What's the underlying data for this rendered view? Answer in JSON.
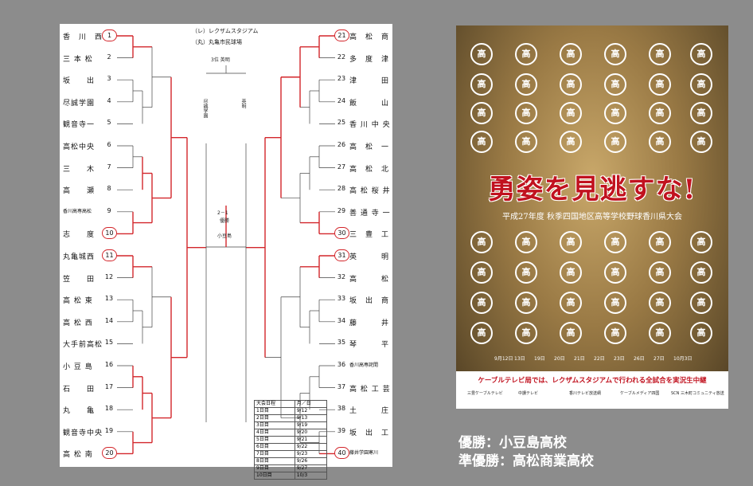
{
  "bracket": {
    "stadium_1": "（レ）レクザムスタジアム",
    "stadium_2": "（丸）丸亀市民球場",
    "third_place_label": "3位 英明",
    "third_left": "尽誠学園",
    "third_right": "英明",
    "final_label": "2－1",
    "final_sub": "優勝",
    "champion": "小豆島",
    "left_teams": [
      {
        "name": "香　川　西",
        "num": "1",
        "win": true,
        "small": false
      },
      {
        "name": "三 本 松",
        "num": "2",
        "win": false,
        "small": false
      },
      {
        "name": "坂　　出",
        "num": "3",
        "win": false,
        "small": false
      },
      {
        "name": "尽誠学園",
        "num": "4",
        "win": false,
        "small": false
      },
      {
        "name": "観音寺一",
        "num": "5",
        "win": false,
        "small": false
      },
      {
        "name": "高松中央",
        "num": "6",
        "win": false,
        "small": false
      },
      {
        "name": "三　　木",
        "num": "7",
        "win": false,
        "small": false
      },
      {
        "name": "高　　瀬",
        "num": "8",
        "win": false,
        "small": false
      },
      {
        "name": "香川高専高松",
        "num": "9",
        "win": false,
        "small": true
      },
      {
        "name": "志　　度",
        "num": "10",
        "win": true,
        "small": false
      },
      {
        "name": "丸亀城西",
        "num": "11",
        "win": true,
        "small": false
      },
      {
        "name": "笠　　田",
        "num": "12",
        "win": false,
        "small": false
      },
      {
        "name": "高 松 東",
        "num": "13",
        "win": false,
        "small": false
      },
      {
        "name": "高 松 西",
        "num": "14",
        "win": false,
        "small": false
      },
      {
        "name": "大手前高松",
        "num": "15",
        "win": false,
        "small": false
      },
      {
        "name": "小 豆 島",
        "num": "16",
        "win": false,
        "small": false
      },
      {
        "name": "石　　田",
        "num": "17",
        "win": false,
        "small": false
      },
      {
        "name": "丸　　亀",
        "num": "18",
        "win": false,
        "small": false
      },
      {
        "name": "観音寺中央",
        "num": "19",
        "win": false,
        "small": false
      },
      {
        "name": "高 松 南",
        "num": "20",
        "win": true,
        "small": false
      }
    ],
    "right_teams": [
      {
        "name": "高　松　商",
        "num": "21",
        "win": true,
        "small": false
      },
      {
        "name": "多　度　津",
        "num": "22",
        "win": false,
        "small": false
      },
      {
        "name": "津　　　田",
        "num": "23",
        "win": false,
        "small": false
      },
      {
        "name": "飯　　　山",
        "num": "24",
        "win": false,
        "small": false
      },
      {
        "name": "香 川 中 央",
        "num": "25",
        "win": false,
        "small": false
      },
      {
        "name": "高　松　一",
        "num": "26",
        "win": false,
        "small": false
      },
      {
        "name": "高　松　北",
        "num": "27",
        "win": false,
        "small": false
      },
      {
        "name": "高 松 桜 井",
        "num": "28",
        "win": false,
        "small": false
      },
      {
        "name": "善 通 寺 一",
        "num": "29",
        "win": false,
        "small": false
      },
      {
        "name": "三　豊　工",
        "num": "30",
        "win": true,
        "small": false
      },
      {
        "name": "英　　　明",
        "num": "31",
        "win": true,
        "small": false
      },
      {
        "name": "高　　　松",
        "num": "32",
        "win": false,
        "small": false
      },
      {
        "name": "坂　出　商",
        "num": "33",
        "win": false,
        "small": false
      },
      {
        "name": "藤　　　井",
        "num": "34",
        "win": false,
        "small": false
      },
      {
        "name": "琴　　　平",
        "num": "35",
        "win": false,
        "small": false
      },
      {
        "name": "香川高専詫間",
        "num": "36",
        "win": false,
        "small": true
      },
      {
        "name": "高 松 工 芸",
        "num": "37",
        "win": false,
        "small": false
      },
      {
        "name": "土　　　庄",
        "num": "38",
        "win": false,
        "small": false
      },
      {
        "name": "坂　出　工",
        "num": "39",
        "win": false,
        "small": false
      },
      {
        "name": "藤井学園寒川",
        "num": "40",
        "win": true,
        "small": true
      }
    ],
    "schedule_header": [
      "大会日程",
      "月／日"
    ],
    "schedule": [
      [
        "1日目",
        "9/12"
      ],
      [
        "2日目",
        "9/13"
      ],
      [
        "3日目",
        "9/19"
      ],
      [
        "4日目",
        "9/20"
      ],
      [
        "5日目",
        "9/21"
      ],
      [
        "6日目",
        "9/22"
      ],
      [
        "7日目",
        "9/23"
      ],
      [
        "8日目",
        "9/26"
      ],
      [
        "9日目",
        "9/27"
      ],
      [
        "10日目",
        "10/3"
      ]
    ]
  },
  "poster": {
    "catchphrase": "勇姿を見逃すな!",
    "subtitle": "平成27年度 秋季四国地区高等学校野球香川県大会",
    "dates": [
      "9月12日",
      "13日",
      "19日",
      "20日",
      "21日",
      "22日",
      "23日",
      "26日",
      "27日",
      "10月3日"
    ],
    "band_text": "ケーブルテレビ局では、レクザムスタジアムで行われる全試合を実況生中継",
    "sponsors": [
      "三豊ケーブルテレビ",
      "中讃テレビ",
      "香川テレビ放送網",
      "ケーブルメディア四国",
      "SCN 三木町コミュニティ放送"
    ],
    "emblem_glyph": "高"
  },
  "results": {
    "champion": "優勝：小豆島高校",
    "runner_up": "準優勝：高松商業高校"
  },
  "colors": {
    "background": "#8c8c8c",
    "bracket_red": "#d3262b",
    "poster_red": "#c1121f"
  }
}
